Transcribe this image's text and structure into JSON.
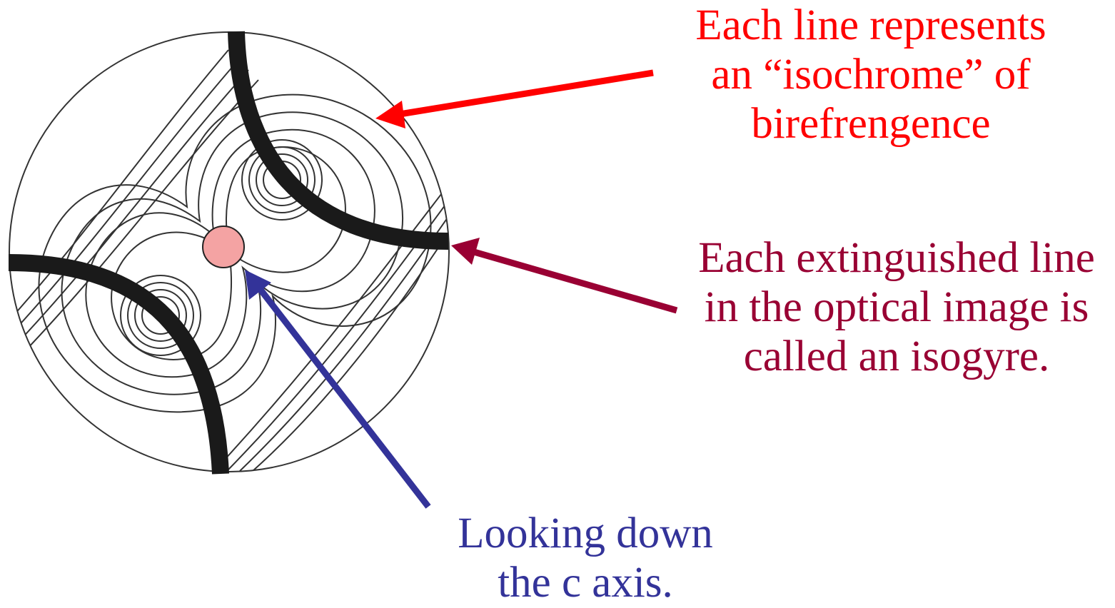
{
  "colors": {
    "isochrome_label": "#ff0000",
    "isogyre_label": "#990033",
    "caxis_label": "#333399",
    "isochrome_arrow": "#ff0000",
    "isogyre_arrow": "#990033",
    "caxis_arrow": "#333399",
    "isogyre_band": "#1a1a1a",
    "optic_axis_dot": "#f4a3a3",
    "outline": "#333333"
  },
  "labels": {
    "isochrome": {
      "lines": [
        "Each line represents",
        "an “isochrome” of",
        "birefrengence"
      ]
    },
    "isogyre": {
      "lines": [
        "Each extinguished line",
        "in the optical image is",
        "called an isogyre."
      ]
    },
    "caxis": {
      "lines": [
        "Looking down",
        "the c axis."
      ]
    }
  }
}
